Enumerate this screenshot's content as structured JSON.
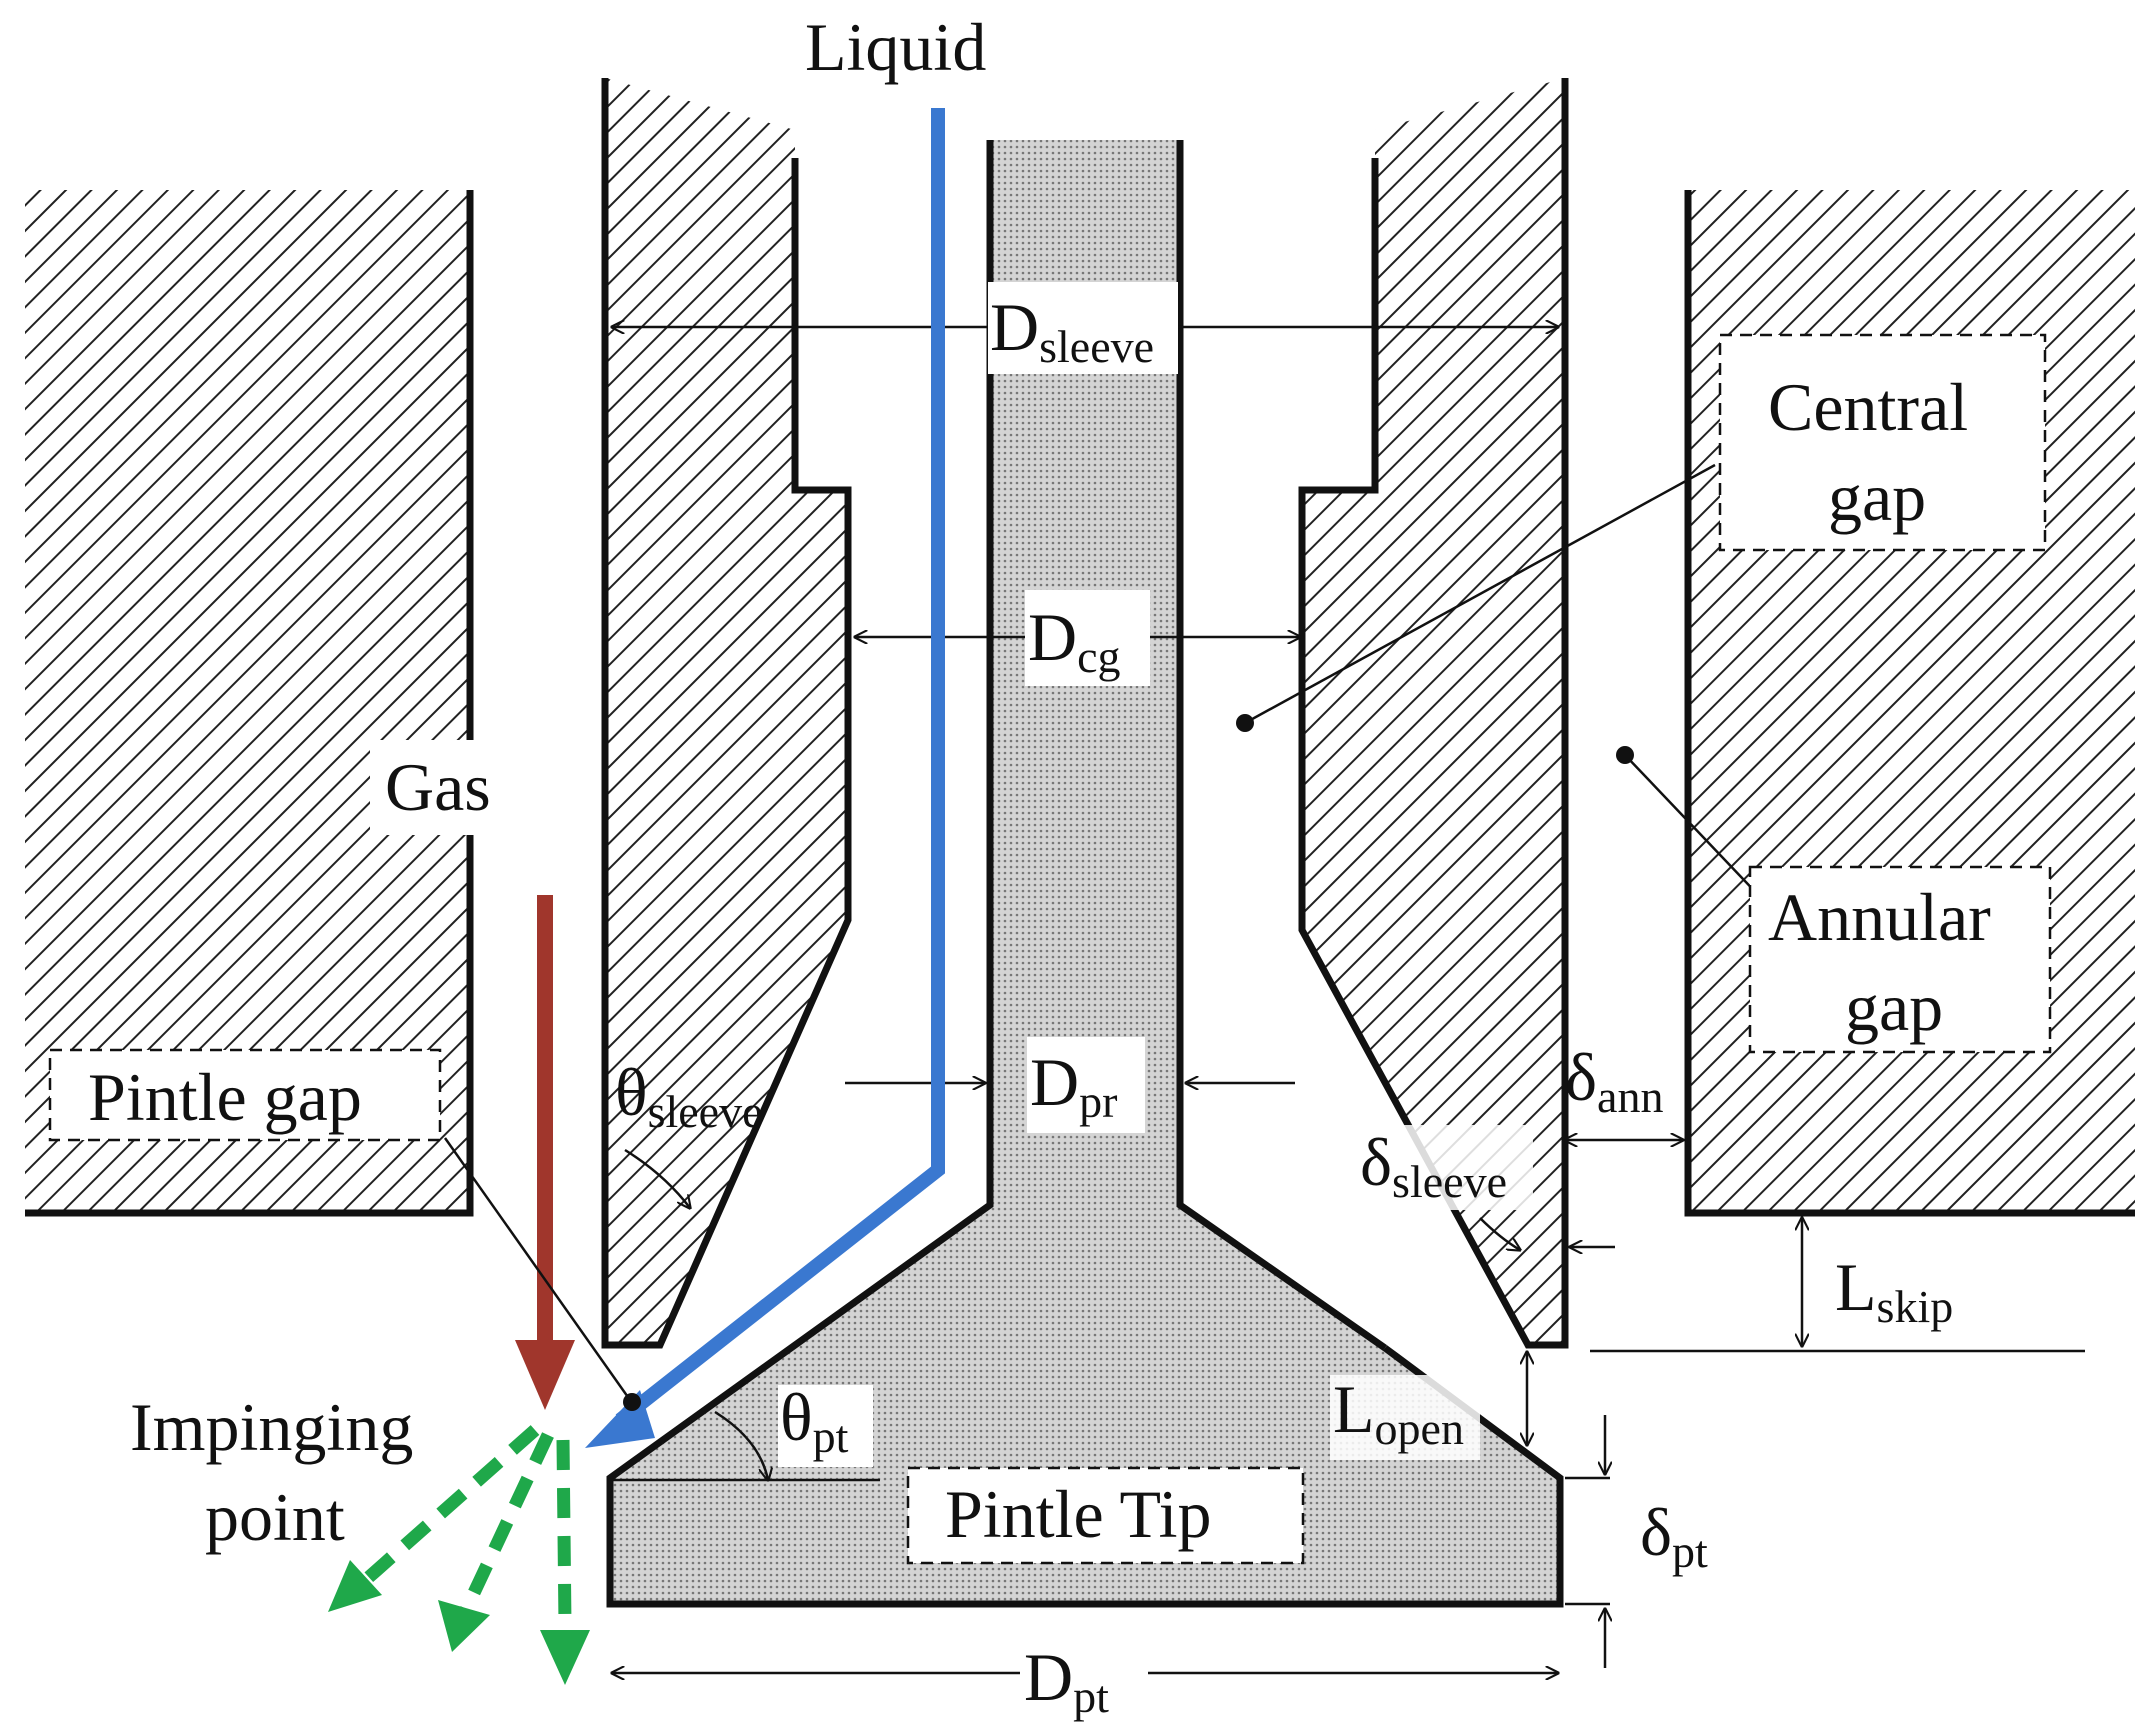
{
  "labels": {
    "liquid": "Liquid",
    "gas": "Gas",
    "impinging_line1": "Impinging",
    "impinging_line2": "point",
    "pintle_gap": "Pintle gap",
    "central_gap_line1": "Central",
    "central_gap_line2": "gap",
    "annular_gap_line1": "Annular",
    "annular_gap_line2": "gap",
    "pintle_tip": "Pintle Tip"
  },
  "dimensions": {
    "d_sleeve": {
      "main": "D",
      "sub": "sleeve"
    },
    "d_cg": {
      "main": "D",
      "sub": "cg"
    },
    "d_pr": {
      "main": "D",
      "sub": "pr"
    },
    "d_pt": {
      "main": "D",
      "sub": "pt"
    },
    "theta_sleeve": {
      "main": "θ",
      "sub": "sleeve"
    },
    "theta_pt": {
      "main": "θ",
      "sub": "pt"
    },
    "delta_ann": {
      "main": "δ",
      "sub": "ann"
    },
    "delta_sleeve": {
      "main": "δ",
      "sub": "sleeve"
    },
    "delta_pt": {
      "main": "δ",
      "sub": "pt"
    },
    "l_skip": {
      "main": "L",
      "sub": "skip"
    },
    "l_open": {
      "main": "L",
      "sub": "open"
    }
  },
  "colors": {
    "liquid_flow": "#3a78d0",
    "gas_flow": "#a0362c",
    "spray": "#1fa84a",
    "outline": "#111111",
    "tip_fill": "#c9c9c9"
  }
}
